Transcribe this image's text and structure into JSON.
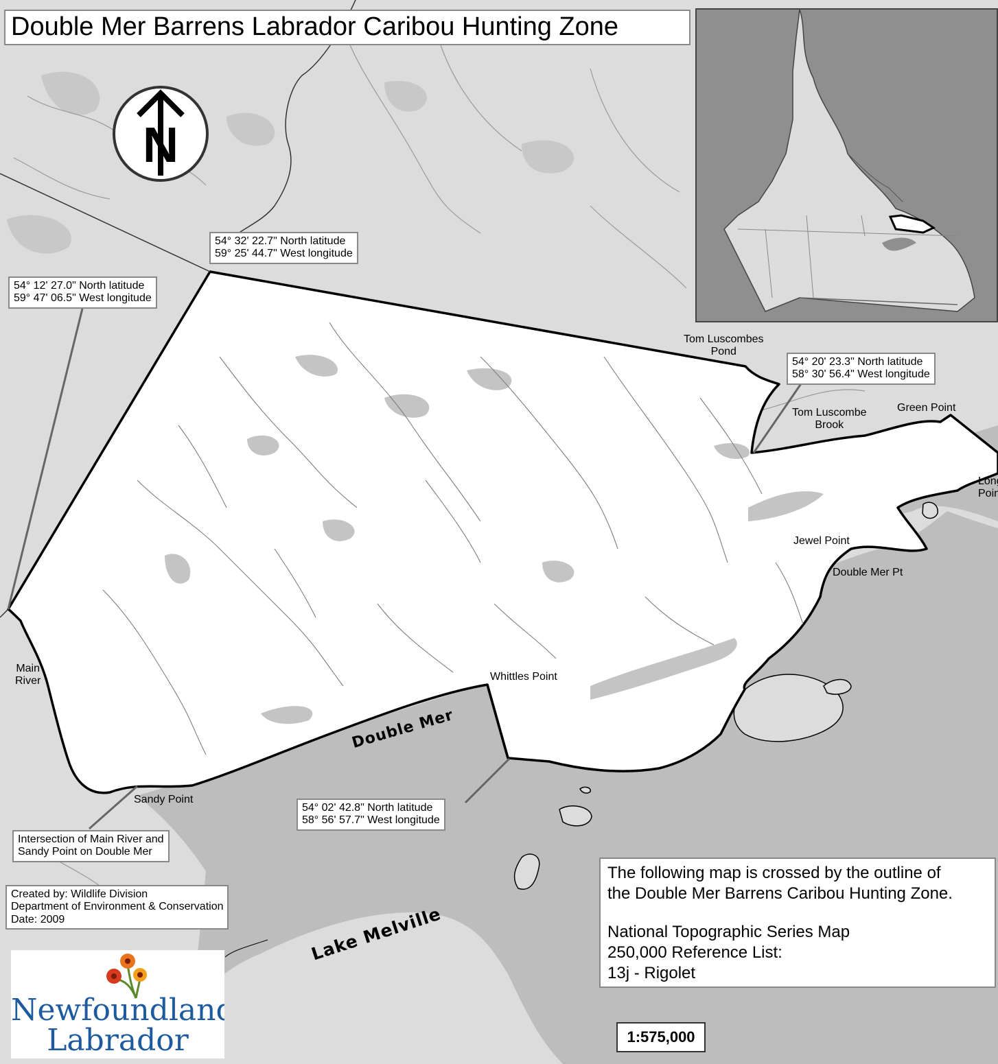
{
  "title": "Double Mer Barrens Labrador Caribou Hunting Zone",
  "north_arrow": {
    "icon": "north-arrow-icon",
    "letter": "N"
  },
  "coordinates": [
    {
      "id": "nw",
      "lat": "54° 32' 22.7\" North latitude",
      "lon": "59° 25' 44.7\" West longitude"
    },
    {
      "id": "w",
      "lat": "54° 12' 27.0\" North latitude",
      "lon": "59° 47' 06.5\" West longitude"
    },
    {
      "id": "ne",
      "lat": "54° 20' 23.3\" North latitude",
      "lon": "58° 30' 56.4\" West longitude"
    },
    {
      "id": "s",
      "lat": "54° 02' 42.8\" North latitude",
      "lon": "58° 56' 57.7\" West longitude"
    }
  ],
  "place_labels": {
    "tom_luscombes_pond": [
      "Tom Luscombes",
      "Pond"
    ],
    "tom_luscombe_brook": [
      "Tom Luscombe",
      "Brook"
    ],
    "green_point": "Green Point",
    "long_point": [
      "Long",
      "Point"
    ],
    "jewel_point": "Jewel Point",
    "double_mer_pt": "Double Mer Pt",
    "whittles_point": "Whittles Point",
    "main_river": [
      "Main",
      "River"
    ],
    "sandy_point": "Sandy Point"
  },
  "water_labels": {
    "double_mer": "Double Mer",
    "lake_melville": "Lake Melville"
  },
  "intersection_note": [
    "Intersection of Main River and",
    "Sandy Point on Double Mer"
  ],
  "credits": [
    "Created by: Wildlife Division",
    "Department of Environment & Conservation",
    "Date: 2009"
  ],
  "info": {
    "line1": "The following map is crossed by the outline of",
    "line2": "the Double Mer Barrens Caribou Hunting Zone.",
    "line3": "National Topographic Series Map",
    "line4": "250,000 Reference List:",
    "line5": "13j - Rigolet"
  },
  "scale": "1:575,000",
  "logo": {
    "line1": "Newfoundland",
    "line2": "Labrador",
    "flower_colors": [
      "#e8741e",
      "#d63b1f",
      "#f2a01c"
    ]
  },
  "colors": {
    "land": "#dcdcdc",
    "water": "#bdbdbd",
    "zone": "#ffffff",
    "inset_sea": "#8f8f8f",
    "brand_blue": "#1d5a9e"
  }
}
